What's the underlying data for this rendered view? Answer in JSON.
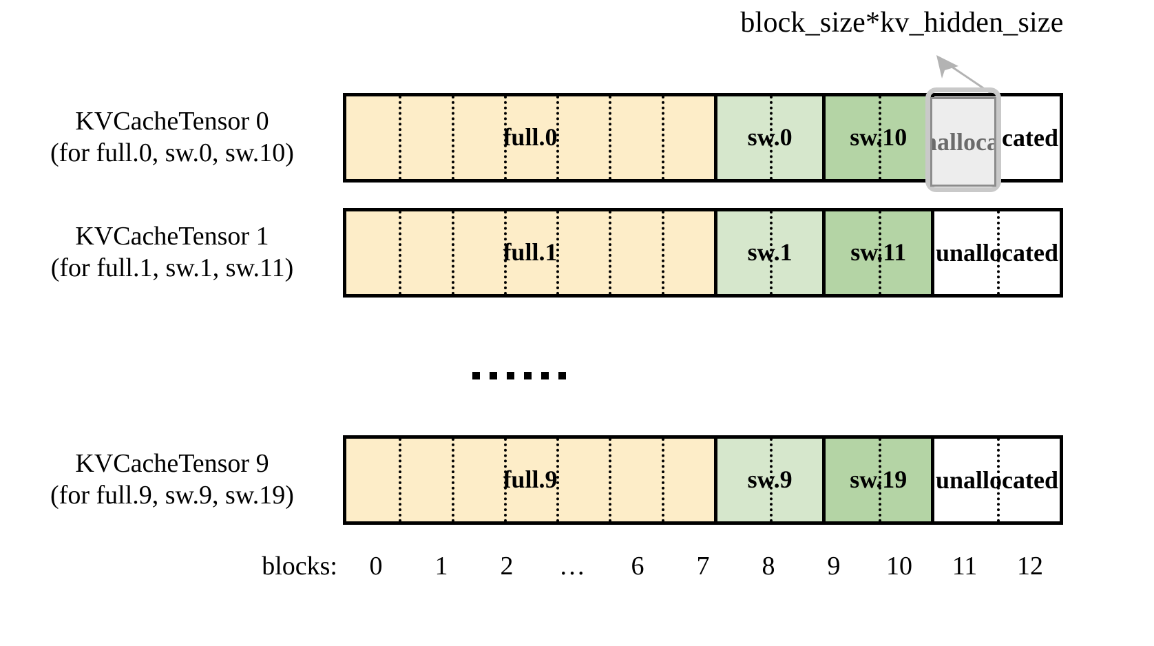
{
  "annotation": {
    "label": "block_size*kv_hidden_size",
    "arrow_icon": "arrow-up-left-icon"
  },
  "colors": {
    "full_fill": "#FDEDC8",
    "sw_light_fill": "#D6E7CC",
    "sw_dark_fill": "#B4D4A5",
    "unallocated_fill": "#FFFFFF",
    "border": "#000000",
    "highlight_border": "#C9C9C9",
    "highlight_fill": "#EDEDED",
    "highlight_text": "#6B6B6B"
  },
  "rows": [
    {
      "title": "KVCacheTensor 0",
      "subtitle": "(for full.0, sw.0, sw.10)",
      "cells": [
        {
          "label": "full.0",
          "kind": "full",
          "blocks": 7
        },
        {
          "label": "sw.0",
          "kind": "sw-light",
          "blocks": 2
        },
        {
          "label": "sw.10",
          "kind": "sw-dark",
          "blocks": 2
        },
        {
          "label": "unallocated",
          "kind": "unalloc",
          "blocks": 2
        }
      ],
      "highlight": {
        "label": "unallocated",
        "present": true
      }
    },
    {
      "title": "KVCacheTensor 1",
      "subtitle": "(for full.1, sw.1, sw.11)",
      "cells": [
        {
          "label": "full.1",
          "kind": "full",
          "blocks": 7
        },
        {
          "label": "sw.1",
          "kind": "sw-light",
          "blocks": 2
        },
        {
          "label": "sw.11",
          "kind": "sw-dark",
          "blocks": 2
        },
        {
          "label": "unallocated",
          "kind": "unalloc",
          "blocks": 2
        }
      ],
      "highlight": {
        "present": false
      }
    },
    {
      "title": "KVCacheTensor 9",
      "subtitle": "(for full.9, sw.9, sw.19)",
      "cells": [
        {
          "label": "full.9",
          "kind": "full",
          "blocks": 7
        },
        {
          "label": "sw.9",
          "kind": "sw-light",
          "blocks": 2
        },
        {
          "label": "sw.19",
          "kind": "sw-dark",
          "blocks": 2
        },
        {
          "label": "unallocated",
          "kind": "unalloc",
          "blocks": 2
        }
      ],
      "highlight": {
        "present": false
      }
    }
  ],
  "vertical_ellipsis": {
    "dot_count": 6
  },
  "axis": {
    "title": "blocks:",
    "ticks": [
      "0",
      "1",
      "2",
      "…",
      "6",
      "7",
      "8",
      "9",
      "10",
      "11",
      "12"
    ]
  }
}
